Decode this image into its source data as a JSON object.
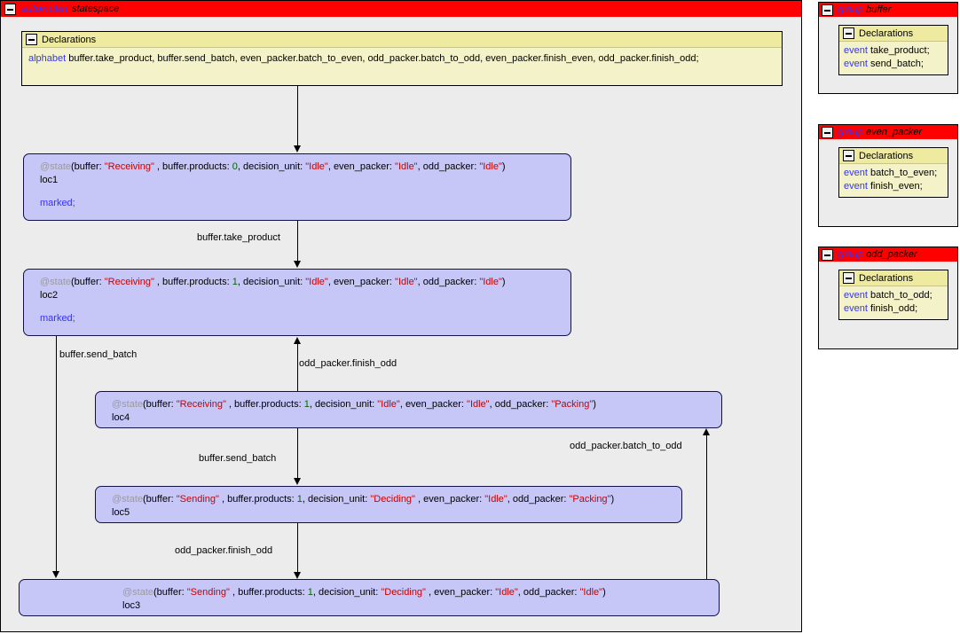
{
  "automaton": {
    "keyword": "automaton",
    "name": "statespace",
    "declarations": {
      "title": "Declarations",
      "keyword": "alphabet",
      "text": "buffer.take_product,  buffer.send_batch,  even_packer.batch_to_even,   odd_packer.batch_to_odd,  even_packer.finish_even,  odd_packer.finish_odd;"
    }
  },
  "states": [
    {
      "id": "loc1",
      "annotation_prefix": "@state",
      "buffer_label": "(buffer: ",
      "buffer_value": "\"Receiving\"",
      "products_label": " , buffer.products: ",
      "products_value": "0",
      "decision_label": ", decision_unit: ",
      "decision_value": "\"Idle\"",
      "even_label": ", even_packer: ",
      "even_value": "\"Idle\"",
      "odd_label": ", odd_packer: ",
      "odd_value": "\"Idle\"",
      "close": ")",
      "name": "loc1",
      "marked": "marked;"
    },
    {
      "id": "loc2",
      "annotation_prefix": "@state",
      "buffer_label": "(buffer: ",
      "buffer_value": "\"Receiving\"",
      "products_label": " , buffer.products: ",
      "products_value": "1",
      "decision_label": ", decision_unit: ",
      "decision_value": "\"Idle\"",
      "even_label": ", even_packer: ",
      "even_value": "\"Idle\"",
      "odd_label": ", odd_packer: ",
      "odd_value": "\"Idle\"",
      "close": ")",
      "name": "loc2",
      "marked": "marked;"
    },
    {
      "id": "loc4",
      "annotation_prefix": "@state",
      "buffer_label": "(buffer: ",
      "buffer_value": "\"Receiving\"",
      "products_label": " , buffer.products: ",
      "products_value": "1",
      "decision_label": ", decision_unit: ",
      "decision_value": "\"Idle\"",
      "even_label": ", even_packer: ",
      "even_value": "\"Idle\"",
      "odd_label": ", odd_packer: ",
      "odd_value": "\"Packing\"",
      "close": ")",
      "name": "loc4",
      "marked": ""
    },
    {
      "id": "loc5",
      "annotation_prefix": "@state",
      "buffer_label": "(buffer: ",
      "buffer_value": "\"Sending\"",
      "products_label": " , buffer.products: ",
      "products_value": "1",
      "decision_label": ", decision_unit: ",
      "decision_value": "\"Deciding\"",
      "even_label": " , even_packer: ",
      "even_value": "\"Idle\"",
      "odd_label": ", odd_packer: ",
      "odd_value": "\"Packing\"",
      "close": ")",
      "name": "loc5",
      "marked": ""
    },
    {
      "id": "loc3",
      "annotation_prefix": "@state",
      "buffer_label": "(buffer: ",
      "buffer_value": "\"Sending\"",
      "products_label": " , buffer.products: ",
      "products_value": "1",
      "decision_label": ", decision_unit: ",
      "decision_value": "\"Deciding\"",
      "even_label": " , even_packer: ",
      "even_value": "\"Idle\"",
      "odd_label": ", odd_packer: ",
      "odd_value": "\"Idle\"",
      "close": ")",
      "name": "loc3",
      "marked": ""
    }
  ],
  "edges": [
    {
      "id": "e1",
      "label": ""
    },
    {
      "id": "e2",
      "label": "buffer.take_product"
    },
    {
      "id": "e3",
      "label": "buffer.send_batch"
    },
    {
      "id": "e4",
      "label": "odd_packer.finish_odd"
    },
    {
      "id": "e5",
      "label": "buffer.send_batch"
    },
    {
      "id": "e6",
      "label": "odd_packer.finish_odd"
    },
    {
      "id": "e7",
      "label": "odd_packer.batch_to_odd"
    }
  ],
  "groups": [
    {
      "keyword": "group",
      "name": "buffer",
      "declarations": {
        "title": "Declarations",
        "lines": [
          {
            "keyword": "event",
            "text": "take_product;"
          },
          {
            "keyword": "event",
            "text": "send_batch;"
          }
        ]
      }
    },
    {
      "keyword": "group",
      "name": "even_packer",
      "declarations": {
        "title": "Declarations",
        "lines": [
          {
            "keyword": "event",
            "text": "batch_to_even;"
          },
          {
            "keyword": "event",
            "text": "finish_even;"
          }
        ]
      }
    },
    {
      "keyword": "group",
      "name": "odd_packer",
      "declarations": {
        "title": "Declarations",
        "lines": [
          {
            "keyword": "event",
            "text": "batch_to_odd;"
          },
          {
            "keyword": "event",
            "text": "finish_odd;"
          }
        ]
      }
    }
  ],
  "colors": {
    "header_red": "#ff0000",
    "state_fill": "#c6c6f7",
    "decl_fill": "#f3f2c8",
    "canvas": "#ececec",
    "keyword_blue": "#3333ff",
    "string_red": "#cc0000",
    "number_green": "#006600"
  }
}
